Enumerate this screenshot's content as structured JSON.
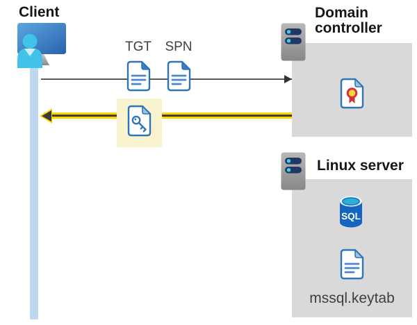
{
  "client": {
    "title": "Client"
  },
  "tickets": {
    "tgt_label": "TGT",
    "spn_label": "SPN"
  },
  "domain_controller": {
    "title": "Domain controller"
  },
  "linux_server": {
    "title": "Linux server",
    "sql_label": "SQL",
    "keytab_label": "mssql.keytab"
  },
  "icons": {
    "client": "person-at-monitor",
    "ticket": "document",
    "key_ticket": "document-with-key",
    "certificate": "certificate-document",
    "server": "server-unit",
    "database": "sql-database",
    "keytab_file": "document"
  },
  "colors": {
    "box_gray": "#d9d9d9",
    "highlight_yellow": "#faf3cf",
    "arrow_yellow": "#ffd500",
    "arrow_gray": "#595959",
    "doc_blue": "#2e75b6",
    "person_cyan": "#41c2e8"
  }
}
